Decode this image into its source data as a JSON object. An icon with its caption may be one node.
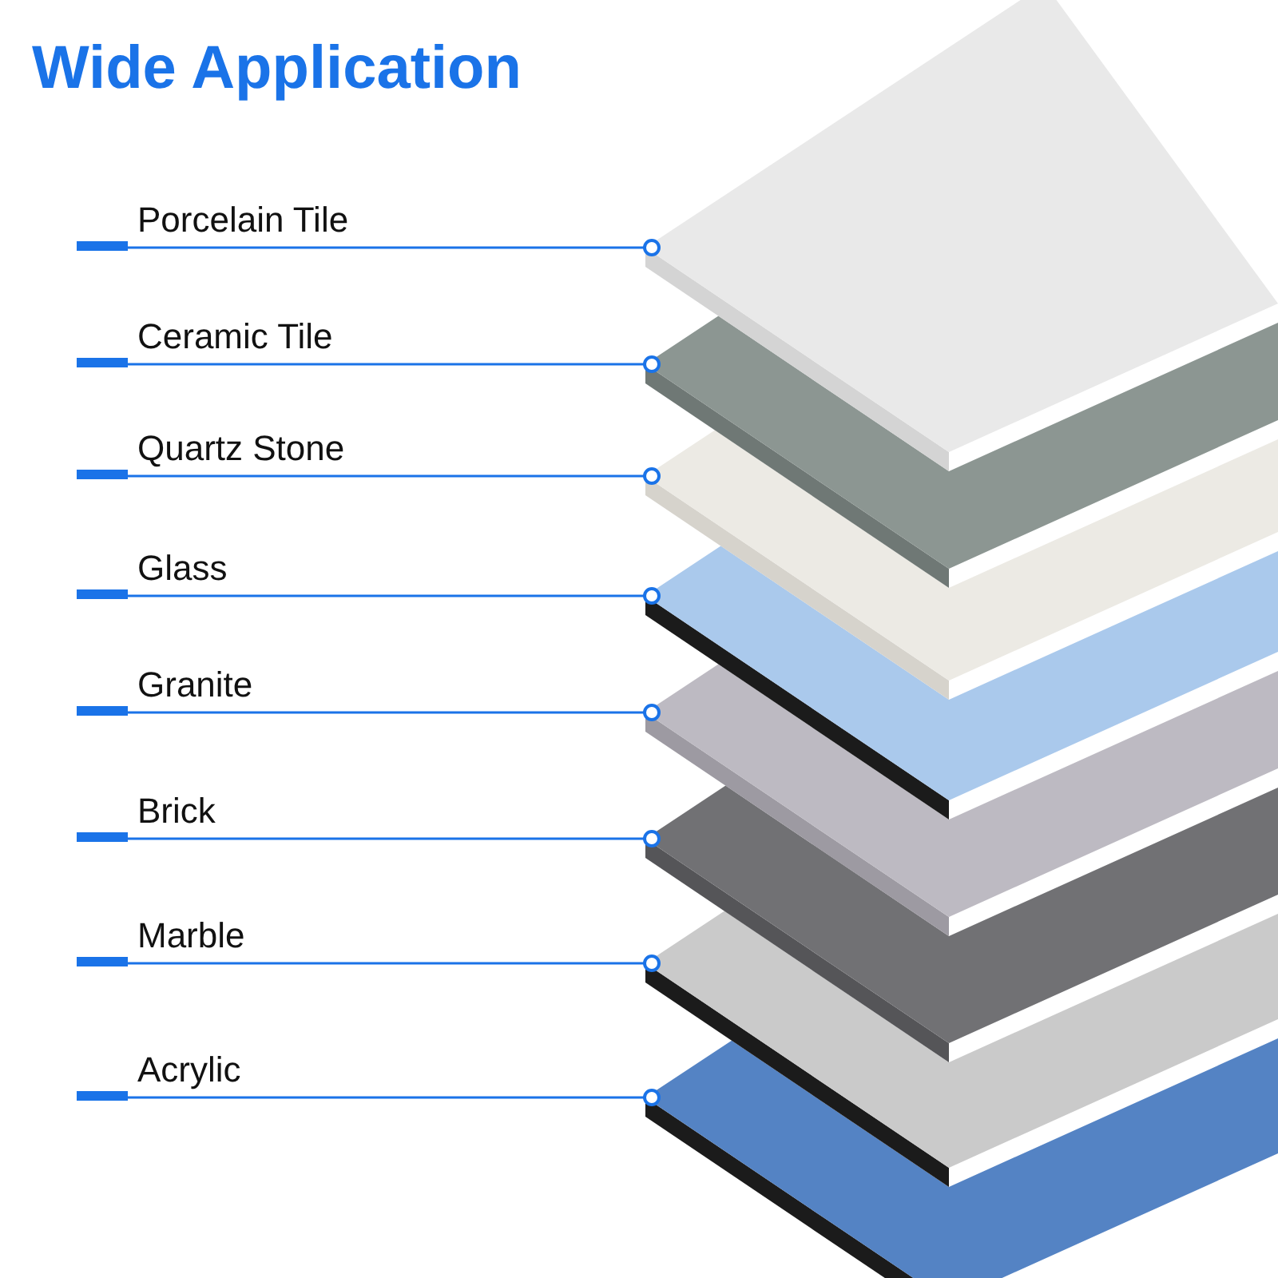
{
  "diagram": {
    "title": "Wide Application",
    "nodes": [
      {
        "text": [
          "Porcelain Tile"
        ]
      },
      {
        "text": [
          "Ceramic Tile"
        ]
      },
      {
        "text": [
          "Quartz Stone"
        ]
      },
      {
        "text": [
          "Glass"
        ]
      },
      {
        "text": [
          "Granite"
        ]
      },
      {
        "text": [
          "Brick"
        ]
      },
      {
        "text": [
          "Marble"
        ]
      },
      {
        "text": [
          "Acrylic"
        ]
      },
      {
        "text": [],
        "shape": "picture"
      },
      {
        "text": [],
        "shape": "picture"
      },
      {
        "text": [],
        "shape": "picture"
      },
      {
        "text": [],
        "shape": "picture"
      },
      {
        "text": [],
        "shape": "picture"
      },
      {
        "text": [],
        "shape": "picture"
      },
      {
        "text": [],
        "shape": "picture"
      },
      {
        "text": [],
        "shape": "picture"
      }
    ],
    "edges": [
      {
        "from": 0,
        "to": 8,
        "arrow": "other"
      },
      {
        "from": 1,
        "to": 9,
        "arrow": "other"
      },
      {
        "from": 2,
        "to": 10,
        "arrow": "other"
      },
      {
        "from": 3,
        "to": 11,
        "arrow": "other"
      },
      {
        "from": 4,
        "to": 12,
        "arrow": "other"
      },
      {
        "from": 5,
        "to": 13,
        "arrow": "other"
      },
      {
        "from": 6,
        "to": 14,
        "arrow": "other"
      },
      {
        "from": 7,
        "to": 15,
        "arrow": "other"
      }
    ]
  }
}
